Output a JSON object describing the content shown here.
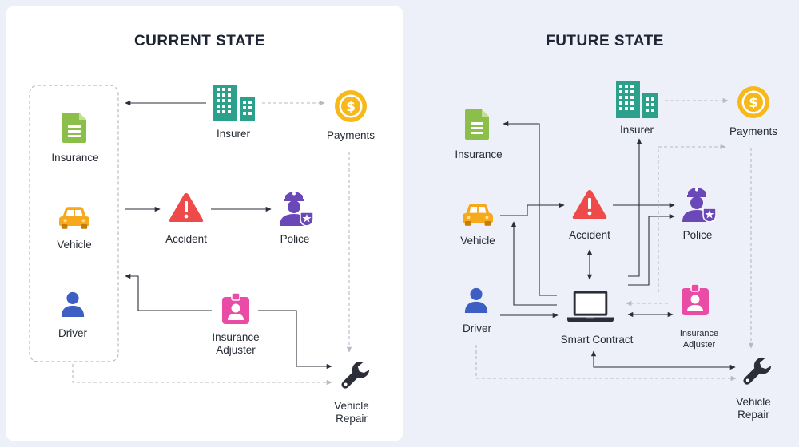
{
  "current": {
    "title": "CURRENT STATE",
    "nodes": {
      "insurance": "Insurance",
      "vehicle": "Vehicle",
      "driver": "Driver",
      "insurer": "Insurer",
      "payments": "Payments",
      "accident": "Accident",
      "police": "Police",
      "adjuster_line1": "Insurance",
      "adjuster_line2": "Adjuster",
      "repair_line1": "Vehicle",
      "repair_line2": "Repair"
    }
  },
  "future": {
    "title": "FUTURE STATE",
    "nodes": {
      "insurance": "Insurance",
      "vehicle": "Vehicle",
      "driver": "Driver",
      "insurer": "Insurer",
      "payments": "Payments",
      "accident": "Accident",
      "police": "Police",
      "smart_contract": "Smart Contract",
      "adjuster_line1": "Insurance",
      "adjuster_line2": "Adjuster",
      "repair_line1": "Vehicle",
      "repair_line2": "Repair"
    }
  },
  "icons": {
    "insurance": "document-icon",
    "vehicle": "car-icon",
    "driver": "person-icon",
    "insurer": "building-icon",
    "payments": "dollar-coin-icon",
    "accident": "warning-icon",
    "police": "police-officer-icon",
    "adjuster": "id-badge-icon",
    "repair": "wrench-icon",
    "smart_contract": "laptop-icon"
  },
  "colors": {
    "insurance": "#8cbf4a",
    "vehicle": "#f6a91c",
    "driver": "#3d5fc4",
    "insurer": "#2ba08a",
    "payments": "#f7b81a",
    "accident": "#ee4a4a",
    "police": "#6b48b8",
    "adjuster": "#e94ba5",
    "repair": "#2b2e38",
    "smart_contract": "#2b2e38"
  }
}
